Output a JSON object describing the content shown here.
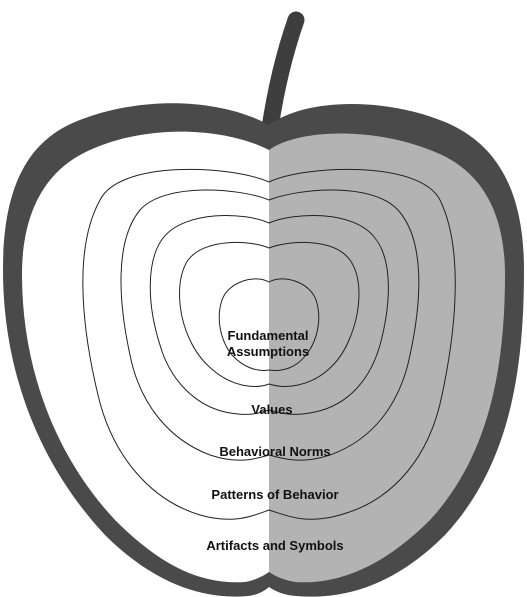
{
  "layers": [
    {
      "id": "core",
      "label_lines": [
        "Fundamental",
        "Assumptions"
      ]
    },
    {
      "id": "values",
      "label_lines": [
        "Values"
      ]
    },
    {
      "id": "norms",
      "label_lines": [
        "Behavioral Norms"
      ]
    },
    {
      "id": "patterns",
      "label_lines": [
        "Patterns of Behavior"
      ]
    },
    {
      "id": "artifacts",
      "label_lines": [
        "Artifacts and Symbols"
      ]
    }
  ],
  "colors": {
    "skin": "#4a4a4a",
    "stem": "#3e3e3e",
    "flesh_left": "#ffffff",
    "flesh_right": "#b3b3b3",
    "rings": "#222222",
    "text": "#111111"
  }
}
